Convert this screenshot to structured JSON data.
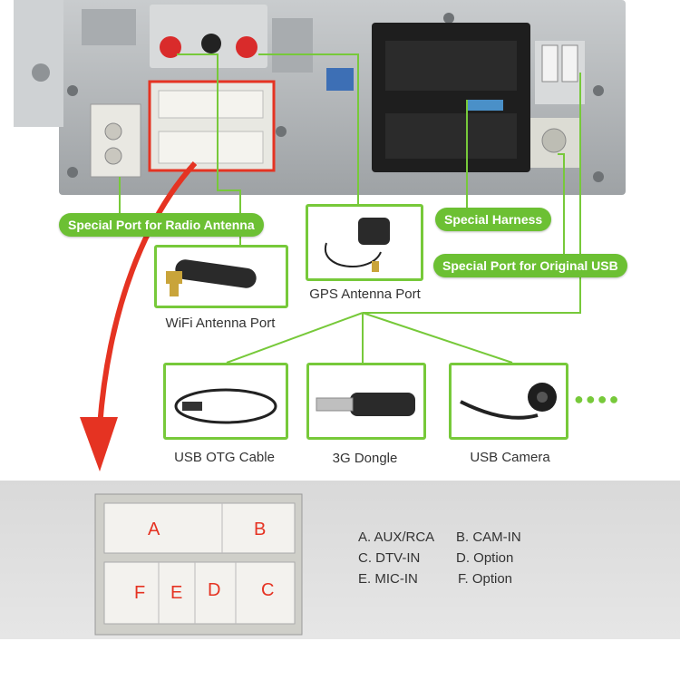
{
  "labels": {
    "radio_antenna": "Special Port for Radio Antenna",
    "special_harness": "Special Harness",
    "original_usb": "Special Port for Original USB"
  },
  "captions": {
    "wifi": "WiFi Antenna Port",
    "gps": "GPS Antenna Port",
    "usb_otg": "USB OTG Cable",
    "dongle": "3G Dongle",
    "camera": "USB Camera"
  },
  "legend": {
    "a": "A. AUX/RCA",
    "b": "B. CAM-IN",
    "c": "C. DTV-IN",
    "d": "D. Option",
    "e": "E. MIC-IN",
    "f": "F. Option"
  },
  "pins": {
    "a": "A",
    "b": "B",
    "c": "C",
    "d": "D",
    "e": "E",
    "f": "F"
  },
  "more_dots": "●●●●",
  "colors": {
    "accent_green": "#77c93a",
    "pill_green": "#6cc033",
    "highlight_red": "#e53322",
    "chassis_grey": "#b9bcbf"
  }
}
